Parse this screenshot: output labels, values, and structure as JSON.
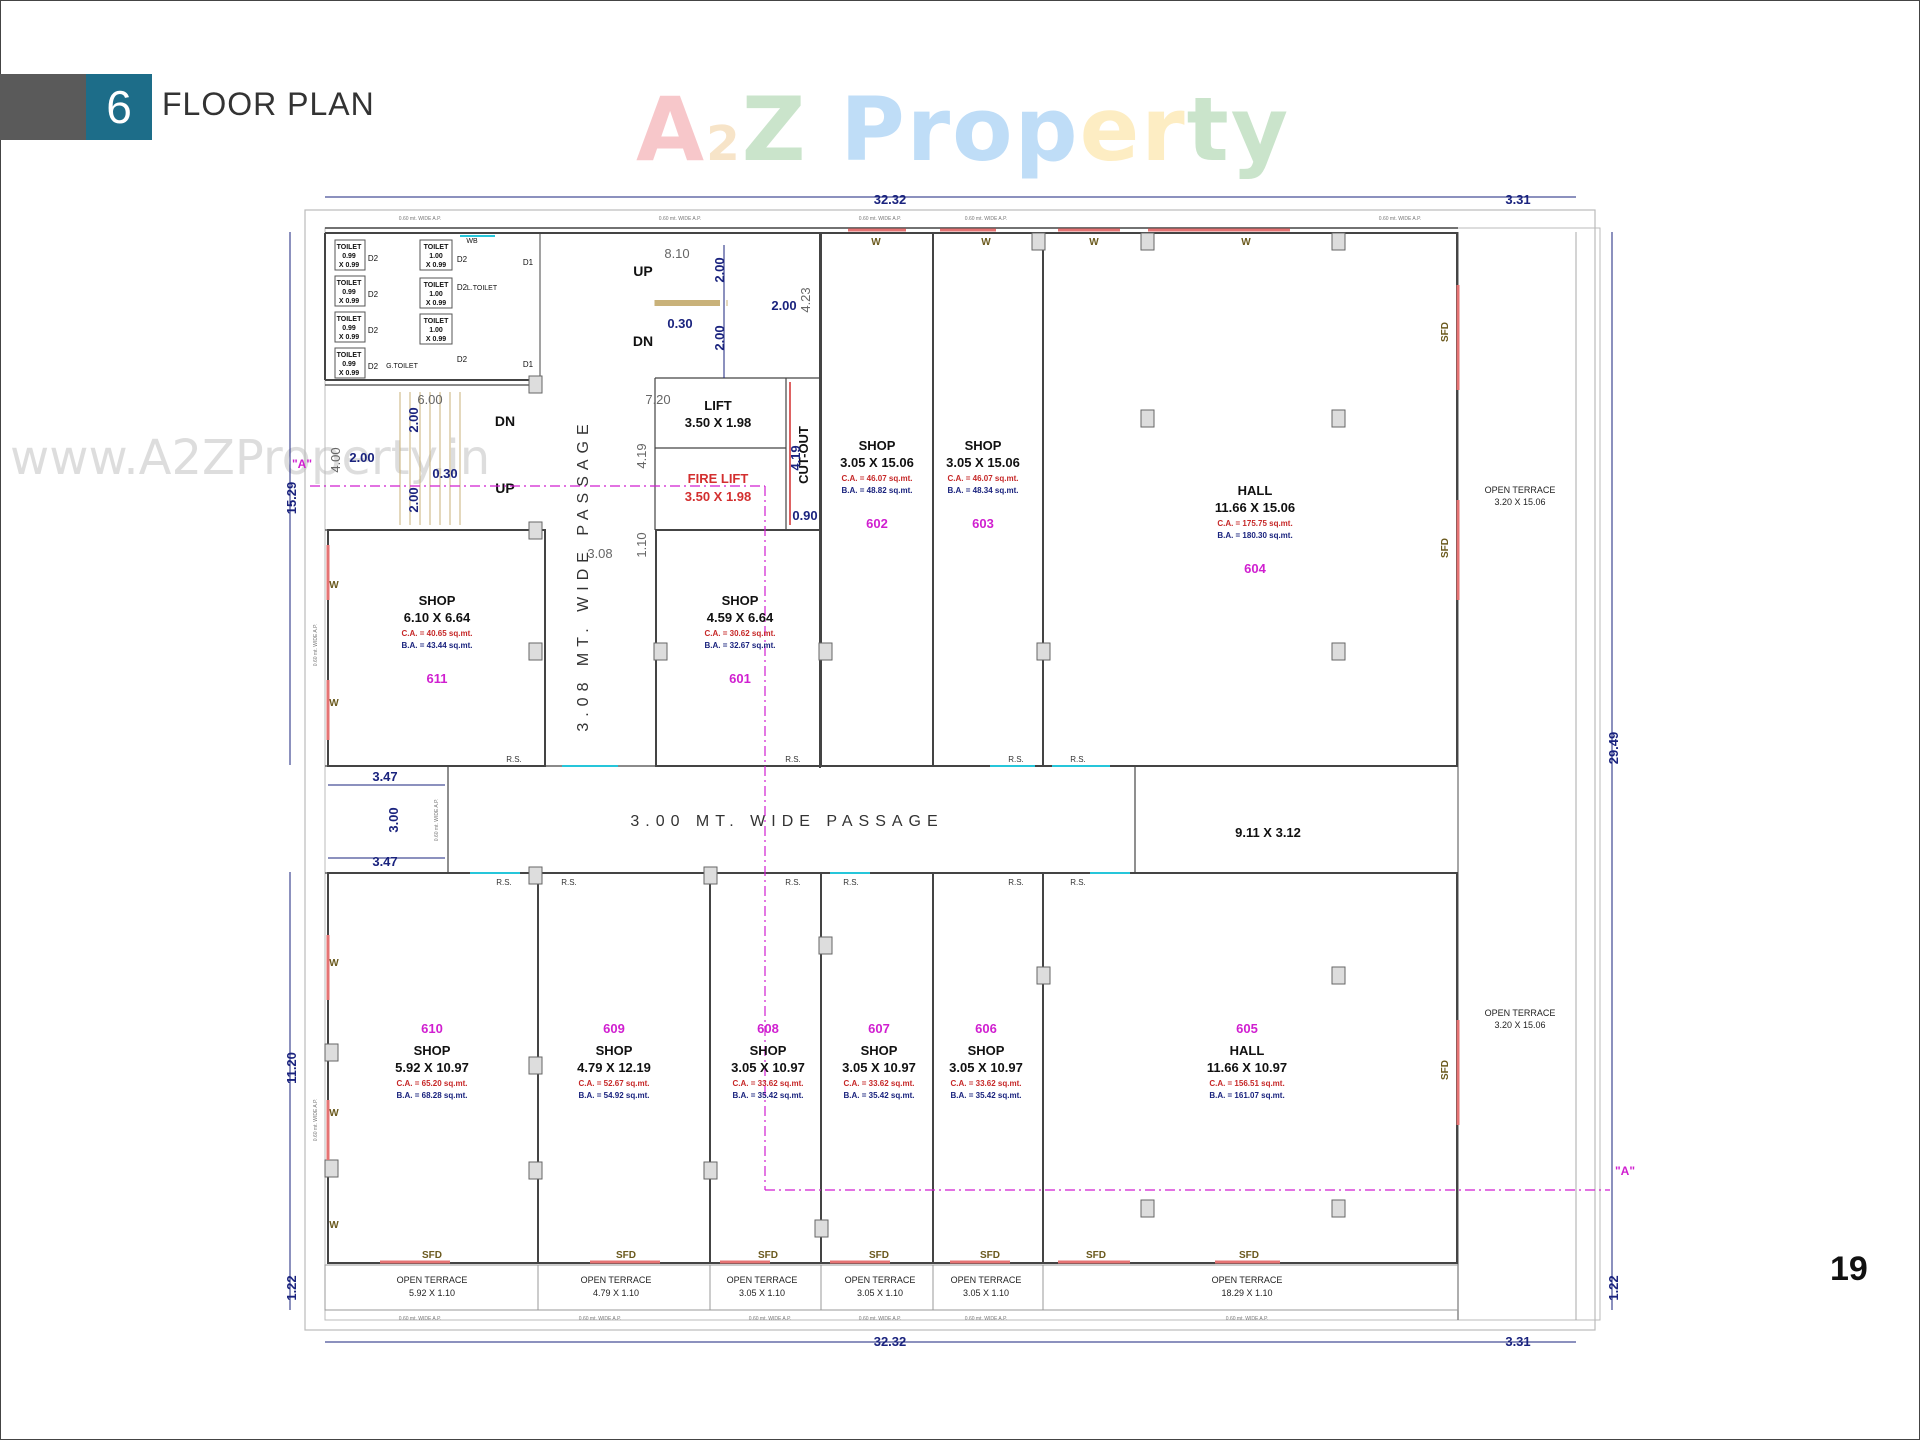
{
  "header": {
    "section_number": "6",
    "section_title": "FLOOR PLAN"
  },
  "logo": {
    "parts": [
      "A",
      "2",
      "Z",
      " Prop",
      "er",
      "ty"
    ],
    "colors": [
      "#e63946",
      "#e6a23c",
      "#43a047",
      "#1e88e5",
      "#fbc02d",
      "#43a047"
    ]
  },
  "watermark_url": "www.A2ZProperty.in",
  "page_number": "19",
  "dimensions": {
    "top_width": "32.32",
    "top_terrace": "3.31",
    "bottom_width": "32.32",
    "bottom_terrace": "3.31",
    "left_top": "15.29",
    "left_bottom": "11.20",
    "left_bottom_strip": "1.22",
    "right_strip": "1.22",
    "right_total": "29.49",
    "passage_height": "3.00",
    "passage_width_top": "3.47",
    "passage_width_bottom": "3.47"
  },
  "rooms": [
    {
      "id": "shop611",
      "number": "611",
      "type": "SHOP",
      "size": "6.10 X 6.64",
      "ca": "C.A. = 40.65 sq.mt.",
      "ba": "B.A. = 43.44 sq.mt."
    },
    {
      "id": "shop601",
      "number": "601",
      "type": "SHOP",
      "size": "4.59 X 6.64",
      "ca": "C.A. = 30.62 sq.mt.",
      "ba": "B.A. = 32.67 sq.mt."
    },
    {
      "id": "shop602",
      "number": "602",
      "type": "SHOP",
      "size": "3.05 X 15.06",
      "ca": "C.A. = 46.07 sq.mt.",
      "ba": "B.A. = 48.82 sq.mt."
    },
    {
      "id": "shop603",
      "number": "603",
      "type": "SHOP",
      "size": "3.05 X 15.06",
      "ca": "C.A. = 46.07 sq.mt.",
      "ba": "B.A. = 48.34 sq.mt."
    },
    {
      "id": "hall604",
      "number": "604",
      "type": "HALL",
      "size": "11.66 X 15.06",
      "ca": "C.A. = 175.75 sq.mt.",
      "ba": "B.A. = 180.30 sq.mt."
    },
    {
      "id": "shop610",
      "number": "610",
      "type": "SHOP",
      "size": "5.92 X 10.97",
      "ca": "C.A. = 65.20 sq.mt.",
      "ba": "B.A. = 68.28 sq.mt."
    },
    {
      "id": "shop609",
      "number": "609",
      "type": "SHOP",
      "size": "4.79 X 12.19",
      "ca": "C.A. = 52.67 sq.mt.",
      "ba": "B.A. = 54.92 sq.mt."
    },
    {
      "id": "shop608",
      "number": "608",
      "type": "SHOP",
      "size": "3.05 X 10.97",
      "ca": "C.A. = 33.62 sq.mt.",
      "ba": "B.A. = 35.42 sq.mt."
    },
    {
      "id": "shop607",
      "number": "607",
      "type": "SHOP",
      "size": "3.05 X 10.97",
      "ca": "C.A. = 33.62 sq.mt.",
      "ba": "B.A. = 35.42 sq.mt."
    },
    {
      "id": "shop606",
      "number": "606",
      "type": "SHOP",
      "size": "3.05 X 10.97",
      "ca": "C.A. = 33.62 sq.mt.",
      "ba": "B.A. = 35.42 sq.mt."
    },
    {
      "id": "hall605",
      "number": "605",
      "type": "HALL",
      "size": "11.66 X 10.97",
      "ca": "C.A. = 156.51 sq.mt.",
      "ba": "B.A. = 161.07 sq.mt."
    }
  ],
  "labels": {
    "lift": "LIFT",
    "lift_size": "3.50 X 1.98",
    "fire_lift": "FIRE LIFT",
    "fire_lift_size": "3.50 X 1.98",
    "cutout": "CUT-OUT",
    "cutout_dim": "4.19",
    "cutout_gap": "0.90",
    "passage_vertical": "3.08 MT. WIDE PASSAGE",
    "passage_horizontal": "3.00 MT. WIDE PASSAGE",
    "void_size": "9.11 X 3.12",
    "toilet": "TOILET",
    "toilet_sizes": [
      "0.99\nX 0.99",
      "1.00\nX 0.99"
    ],
    "l_toilet": "L.TOILET",
    "g_toilet": "G.TOILET",
    "wb": "WB",
    "d1": "D1",
    "d2": "D2",
    "up": "UP",
    "dn": "DN",
    "stair_upper": {
      "w": "8.10",
      "h1": "2.00",
      "h2": "2.00",
      "gap": "0.30",
      "side": "2.00",
      "depth": "4.23"
    },
    "stair_lower": {
      "w": "6.00",
      "h1": "2.00",
      "h2": "2.00",
      "gap": "0.30",
      "side": "2.00",
      "depth": "4.00",
      "top": "7.20",
      "pass_w": "3.08",
      "pass_h": "1.10",
      "side2": "4.19"
    },
    "section_marker": "\"A\"",
    "open_terrace": "OPEN TERRACE",
    "terrace_right_top": "3.20 X 15.06",
    "terrace_right_bottom": "3.20 X 15.06",
    "terraces_bottom": [
      "5.92 X 1.10",
      "4.79 X 1.10",
      "3.05 X 1.10",
      "3.05 X 1.10",
      "3.05 X 1.10",
      "18.29 X 1.10"
    ],
    "w": "W",
    "sfd": "SFD",
    "rs": "R.S.",
    "ap_strip": "0.60 mt. WIDE A.P."
  },
  "colors": {
    "wall": "#444444",
    "dim": "#1a237e",
    "ca": "#c62828",
    "ba": "#1a237e",
    "unit": "#d01fd0",
    "fire": "#d32f2f",
    "opening": "#e57373",
    "glass": "#26c6da"
  }
}
